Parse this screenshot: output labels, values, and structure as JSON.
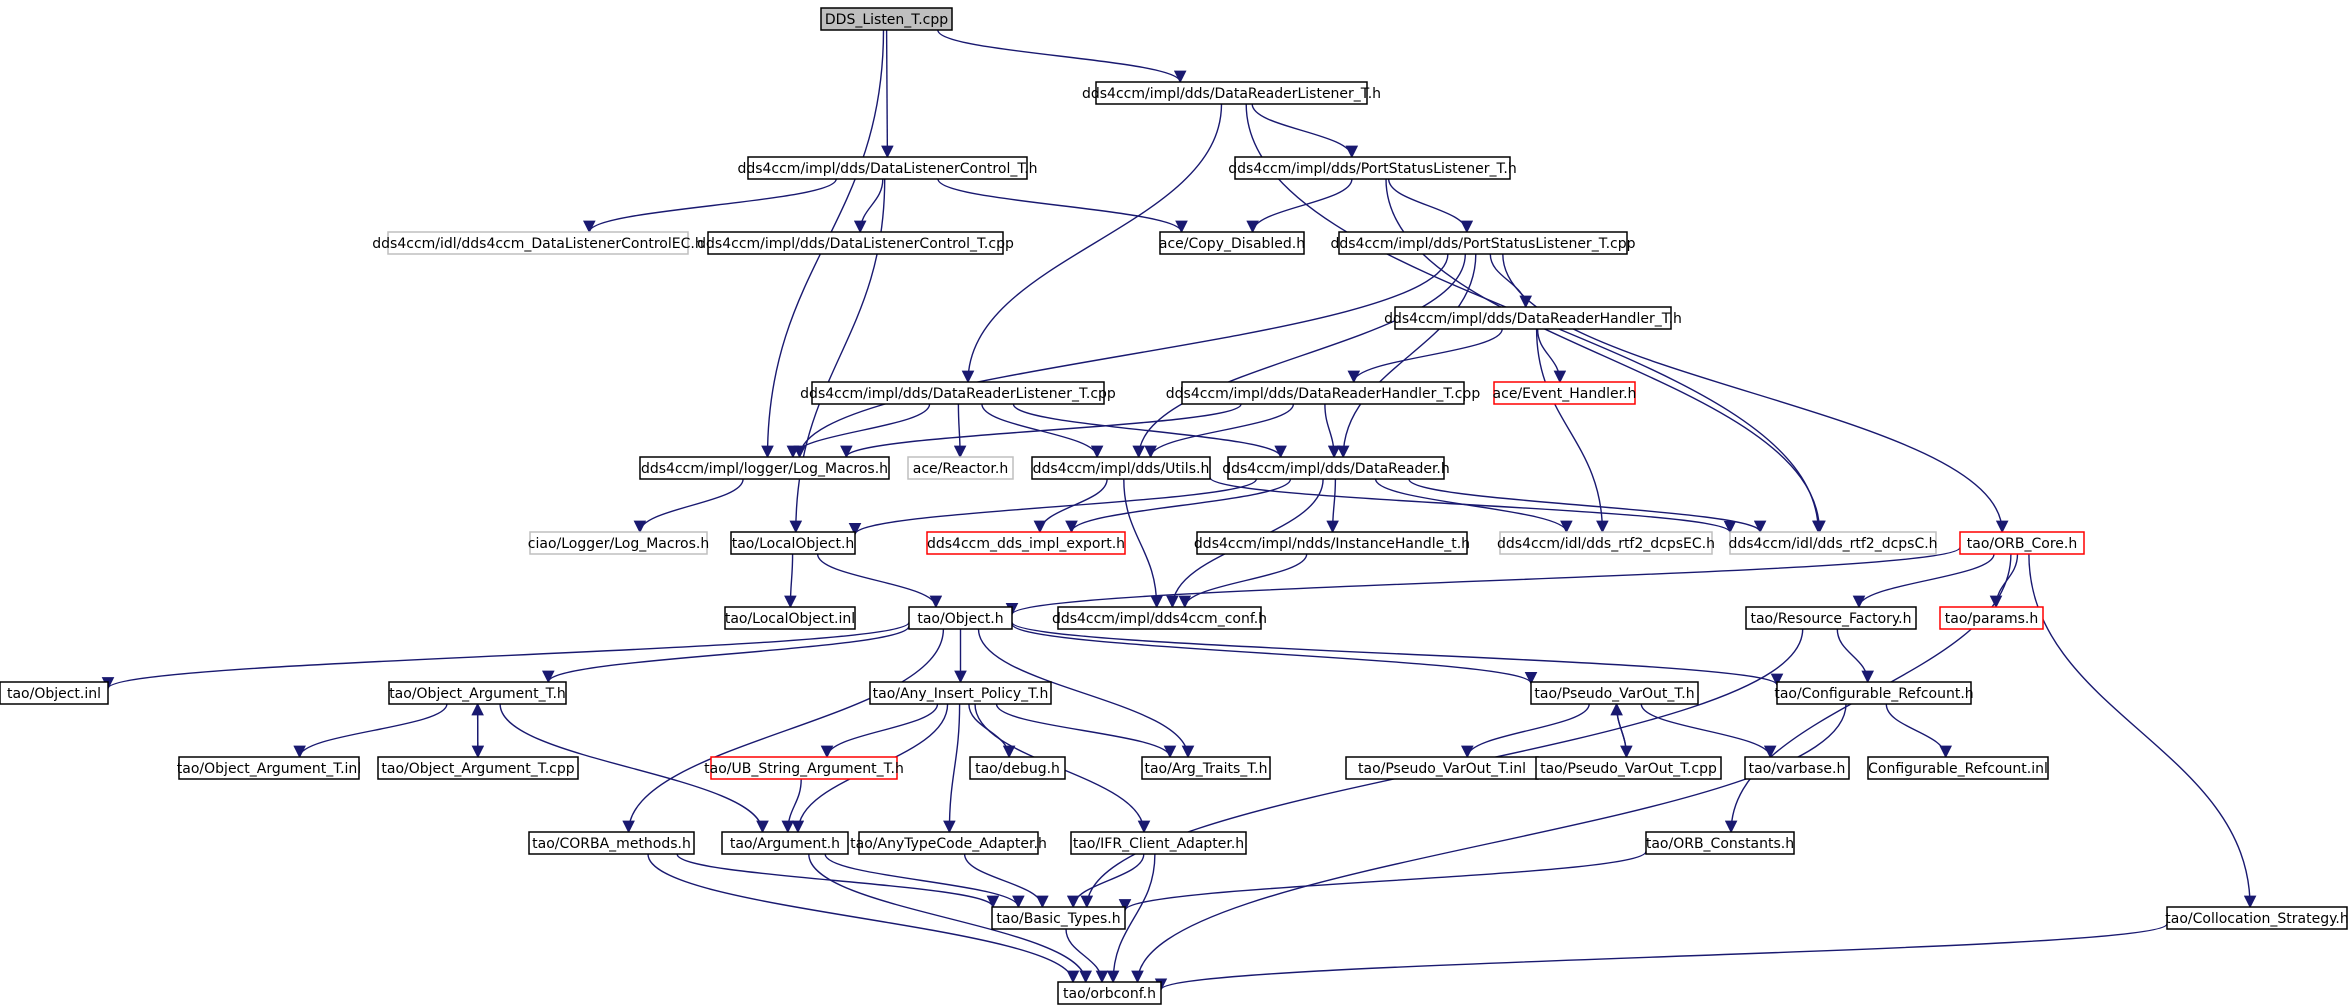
{
  "colors": {
    "edge": "#191970",
    "border_black": "#000000",
    "border_gray": "#bfbfbf",
    "border_red": "#ff0000",
    "root_fill": "#bfbfbf"
  },
  "nodes": [
    {
      "id": "root",
      "label": "DDS_Listen_T.cpp",
      "style": "root"
    },
    {
      "id": "drl_h",
      "label": "dds4ccm/impl/dds/DataReaderListener_T.h",
      "style": "normal"
    },
    {
      "id": "dlc_h",
      "label": "dds4ccm/impl/dds/DataListenerControl_T.h",
      "style": "normal"
    },
    {
      "id": "psl_h",
      "label": "dds4ccm/impl/dds/PortStatusListener_T.h",
      "style": "normal"
    },
    {
      "id": "dlcec",
      "label": "dds4ccm/idl/dds4ccm_DataListenerControlEC.h",
      "style": "gray"
    },
    {
      "id": "dlc_cpp",
      "label": "dds4ccm/impl/dds/DataListenerControl_T.cpp",
      "style": "normal"
    },
    {
      "id": "copy",
      "label": "ace/Copy_Disabled.h",
      "style": "normal"
    },
    {
      "id": "psl_cpp",
      "label": "dds4ccm/impl/dds/PortStatusListener_T.cpp",
      "style": "normal"
    },
    {
      "id": "drh_h",
      "label": "dds4ccm/impl/dds/DataReaderHandler_T.h",
      "style": "normal"
    },
    {
      "id": "drl_cpp",
      "label": "dds4ccm/impl/dds/DataReaderListener_T.cpp",
      "style": "normal"
    },
    {
      "id": "drh_cpp",
      "label": "dds4ccm/impl/dds/DataReaderHandler_T.cpp",
      "style": "normal"
    },
    {
      "id": "evh",
      "label": "ace/Event_Handler.h",
      "style": "red"
    },
    {
      "id": "logmac",
      "label": "dds4ccm/impl/logger/Log_Macros.h",
      "style": "normal"
    },
    {
      "id": "reactor",
      "label": "ace/Reactor.h",
      "style": "gray"
    },
    {
      "id": "utils",
      "label": "dds4ccm/impl/dds/Utils.h",
      "style": "normal"
    },
    {
      "id": "dreader",
      "label": "dds4ccm/impl/dds/DataReader.h",
      "style": "normal"
    },
    {
      "id": "ciaolog",
      "label": "ciao/Logger/Log_Macros.h",
      "style": "gray"
    },
    {
      "id": "localobj",
      "label": "tao/LocalObject.h",
      "style": "normal"
    },
    {
      "id": "export",
      "label": "dds4ccm_dds_impl_export.h",
      "style": "red"
    },
    {
      "id": "insth",
      "label": "dds4ccm/impl/ndds/InstanceHandle_t.h",
      "style": "normal"
    },
    {
      "id": "dcpsec",
      "label": "dds4ccm/idl/dds_rtf2_dcpsEC.h",
      "style": "gray"
    },
    {
      "id": "dcpsc",
      "label": "dds4ccm/idl/dds_rtf2_dcpsC.h",
      "style": "gray"
    },
    {
      "id": "orbcore",
      "label": "tao/ORB_Core.h",
      "style": "red"
    },
    {
      "id": "localinl",
      "label": "tao/LocalObject.inl",
      "style": "normal"
    },
    {
      "id": "object",
      "label": "tao/Object.h",
      "style": "normal"
    },
    {
      "id": "conf",
      "label": "dds4ccm/impl/dds4ccm_conf.h",
      "style": "normal"
    },
    {
      "id": "resfact",
      "label": "tao/Resource_Factory.h",
      "style": "normal"
    },
    {
      "id": "params",
      "label": "tao/params.h",
      "style": "red"
    },
    {
      "id": "objinl",
      "label": "tao/Object.inl",
      "style": "normal"
    },
    {
      "id": "objarg",
      "label": "tao/Object_Argument_T.h",
      "style": "normal"
    },
    {
      "id": "anyins",
      "label": "tao/Any_Insert_Policy_T.h",
      "style": "normal"
    },
    {
      "id": "pvo_h",
      "label": "tao/Pseudo_VarOut_T.h",
      "style": "normal"
    },
    {
      "id": "cfgref",
      "label": "tao/Configurable_Refcount.h",
      "style": "normal"
    },
    {
      "id": "objarginl",
      "label": "tao/Object_Argument_T.inl",
      "style": "normal"
    },
    {
      "id": "objargcpp",
      "label": "tao/Object_Argument_T.cpp",
      "style": "normal"
    },
    {
      "id": "ubstr",
      "label": "tao/UB_String_Argument_T.h",
      "style": "red"
    },
    {
      "id": "debug",
      "label": "tao/debug.h",
      "style": "normal"
    },
    {
      "id": "argtr",
      "label": "tao/Arg_Traits_T.h",
      "style": "normal"
    },
    {
      "id": "pvoinl",
      "label": "tao/Pseudo_VarOut_T.inl",
      "style": "normal"
    },
    {
      "id": "pvocpp",
      "label": "tao/Pseudo_VarOut_T.cpp",
      "style": "normal"
    },
    {
      "id": "varbase",
      "label": "tao/varbase.h",
      "style": "normal"
    },
    {
      "id": "cfgrefinl",
      "label": "Configurable_Refcount.inl",
      "style": "normal"
    },
    {
      "id": "corba",
      "label": "tao/CORBA_methods.h",
      "style": "normal"
    },
    {
      "id": "argument",
      "label": "tao/Argument.h",
      "style": "normal"
    },
    {
      "id": "anytc",
      "label": "tao/AnyTypeCode_Adapter.h",
      "style": "normal"
    },
    {
      "id": "ifr",
      "label": "tao/IFR_Client_Adapter.h",
      "style": "normal"
    },
    {
      "id": "orbconst",
      "label": "tao/ORB_Constants.h",
      "style": "normal"
    },
    {
      "id": "basic",
      "label": "tao/Basic_Types.h",
      "style": "normal"
    },
    {
      "id": "colloc",
      "label": "tao/Collocation_Strategy.h",
      "style": "normal"
    },
    {
      "id": "orbconf",
      "label": "tao/orbconf.h",
      "style": "normal"
    }
  ],
  "edges": [
    [
      "root",
      "drl_h"
    ],
    [
      "root",
      "dlc_h"
    ],
    [
      "root",
      "logmac"
    ],
    [
      "drl_h",
      "psl_h"
    ],
    [
      "drl_h",
      "drl_cpp"
    ],
    [
      "drl_h",
      "dcpsc"
    ],
    [
      "dlc_h",
      "dlcec"
    ],
    [
      "dlc_h",
      "dlc_cpp"
    ],
    [
      "dlc_h",
      "copy"
    ],
    [
      "dlc_h",
      "localobj"
    ],
    [
      "psl_h",
      "copy"
    ],
    [
      "psl_h",
      "psl_cpp"
    ],
    [
      "psl_h",
      "dcpsc"
    ],
    [
      "psl_cpp",
      "drh_h"
    ],
    [
      "psl_cpp",
      "logmac"
    ],
    [
      "psl_cpp",
      "utils"
    ],
    [
      "psl_cpp",
      "dreader"
    ],
    [
      "psl_cpp",
      "orbcore"
    ],
    [
      "drh_h",
      "drh_cpp"
    ],
    [
      "drh_h",
      "evh"
    ],
    [
      "drh_h",
      "dcpsec"
    ],
    [
      "drl_cpp",
      "logmac"
    ],
    [
      "drl_cpp",
      "reactor"
    ],
    [
      "drl_cpp",
      "utils"
    ],
    [
      "drl_cpp",
      "dreader"
    ],
    [
      "drh_cpp",
      "logmac"
    ],
    [
      "drh_cpp",
      "utils"
    ],
    [
      "drh_cpp",
      "dreader"
    ],
    [
      "logmac",
      "ciaolog"
    ],
    [
      "utils",
      "export"
    ],
    [
      "utils",
      "dcpsc"
    ],
    [
      "utils",
      "conf"
    ],
    [
      "dreader",
      "localobj"
    ],
    [
      "dreader",
      "export"
    ],
    [
      "dreader",
      "insth"
    ],
    [
      "dreader",
      "dcpsec"
    ],
    [
      "dreader",
      "dcpsc"
    ],
    [
      "dreader",
      "conf"
    ],
    [
      "localobj",
      "localinl"
    ],
    [
      "localobj",
      "object"
    ],
    [
      "insth",
      "conf"
    ],
    [
      "orbcore",
      "object"
    ],
    [
      "orbcore",
      "resfact"
    ],
    [
      "orbcore",
      "params"
    ],
    [
      "orbcore",
      "orbconst"
    ],
    [
      "orbcore",
      "colloc"
    ],
    [
      "object",
      "objinl"
    ],
    [
      "object",
      "objarg"
    ],
    [
      "object",
      "anyins"
    ],
    [
      "object",
      "pvo_h"
    ],
    [
      "object",
      "cfgref"
    ],
    [
      "object",
      "argtr"
    ],
    [
      "object",
      "corba"
    ],
    [
      "resfact",
      "cfgref"
    ],
    [
      "resfact",
      "basic"
    ],
    [
      "objarg",
      "objarginl"
    ],
    [
      "objarg",
      "objargcpp"
    ],
    [
      "objarg",
      "argument"
    ],
    [
      "objargcpp",
      "objarg"
    ],
    [
      "anyins",
      "ubstr"
    ],
    [
      "anyins",
      "debug"
    ],
    [
      "anyins",
      "argtr"
    ],
    [
      "anyins",
      "anytc"
    ],
    [
      "anyins",
      "ifr"
    ],
    [
      "anyins",
      "argument"
    ],
    [
      "ubstr",
      "argument"
    ],
    [
      "pvo_h",
      "pvoinl"
    ],
    [
      "pvo_h",
      "pvocpp"
    ],
    [
      "pvo_h",
      "varbase"
    ],
    [
      "pvocpp",
      "pvo_h"
    ],
    [
      "cfgref",
      "cfgrefinl"
    ],
    [
      "cfgref",
      "orbconf"
    ],
    [
      "corba",
      "basic"
    ],
    [
      "corba",
      "orbconf"
    ],
    [
      "argument",
      "basic"
    ],
    [
      "argument",
      "orbconf"
    ],
    [
      "anytc",
      "basic"
    ],
    [
      "ifr",
      "basic"
    ],
    [
      "ifr",
      "orbconf"
    ],
    [
      "orbconst",
      "basic"
    ],
    [
      "basic",
      "orbconf"
    ],
    [
      "colloc",
      "orbconf"
    ]
  ]
}
